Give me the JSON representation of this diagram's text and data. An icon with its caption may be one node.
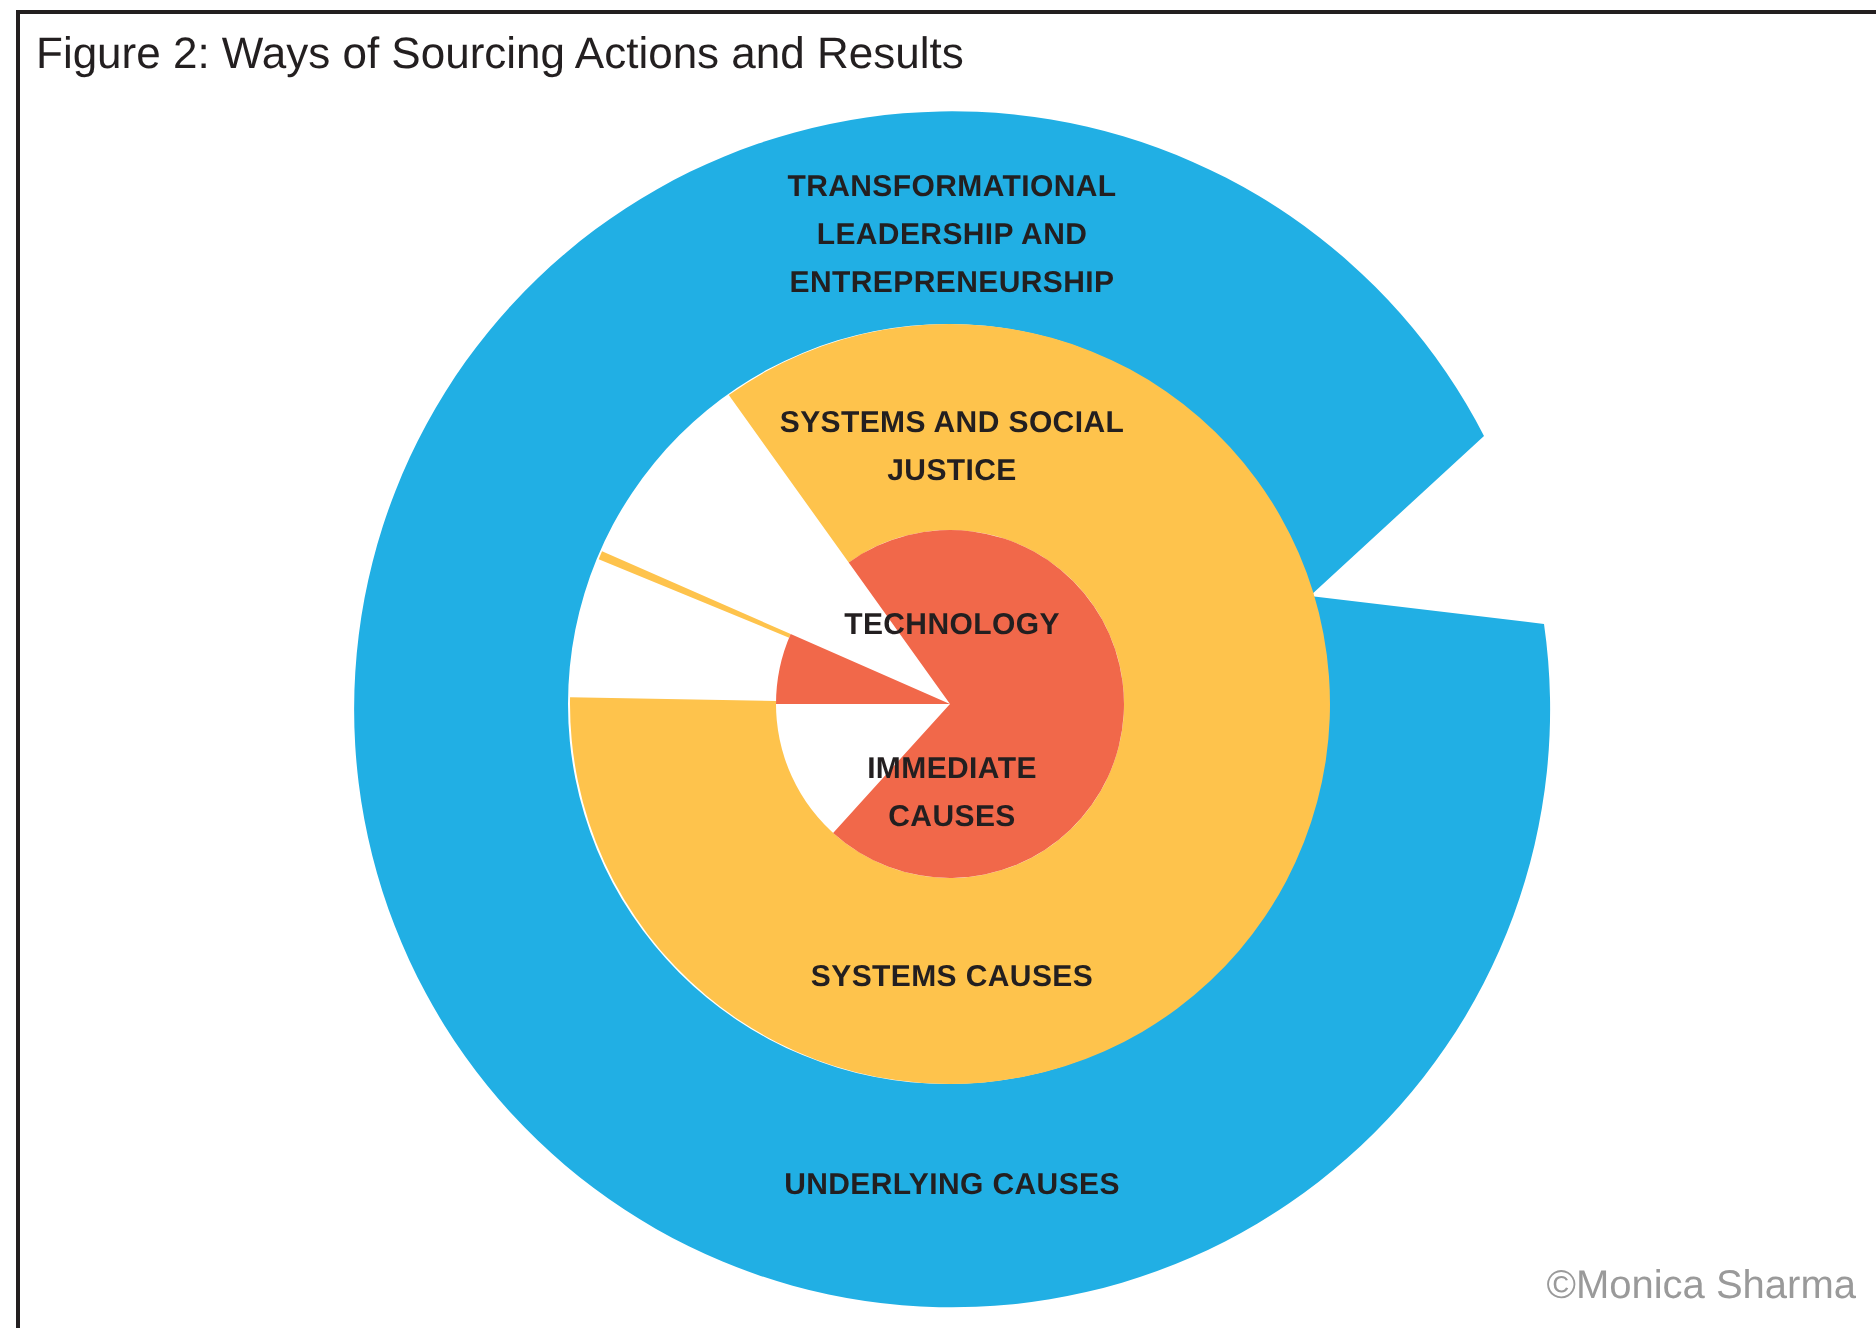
{
  "diagram": {
    "title": "Figure 2: Ways of Sourcing Actions and Results",
    "nodes": [
      {
        "text": [
          "TRANSFORMATIONAL LEADERSHIP AND ENTREPRENEURSHIP",
          "UNDERLYING CAUSES"
        ]
      },
      {
        "text": [
          "SYSTEMS AND SOCIAL JUSTICE",
          "SYSTEMS CAUSES"
        ],
        "in": 0
      },
      {
        "text": [
          "TECHNOLOGY",
          "IMMEDIATE CAUSES"
        ],
        "in": 1
      }
    ],
    "labels": [
      "©Monica Sharma"
    ]
  }
}
